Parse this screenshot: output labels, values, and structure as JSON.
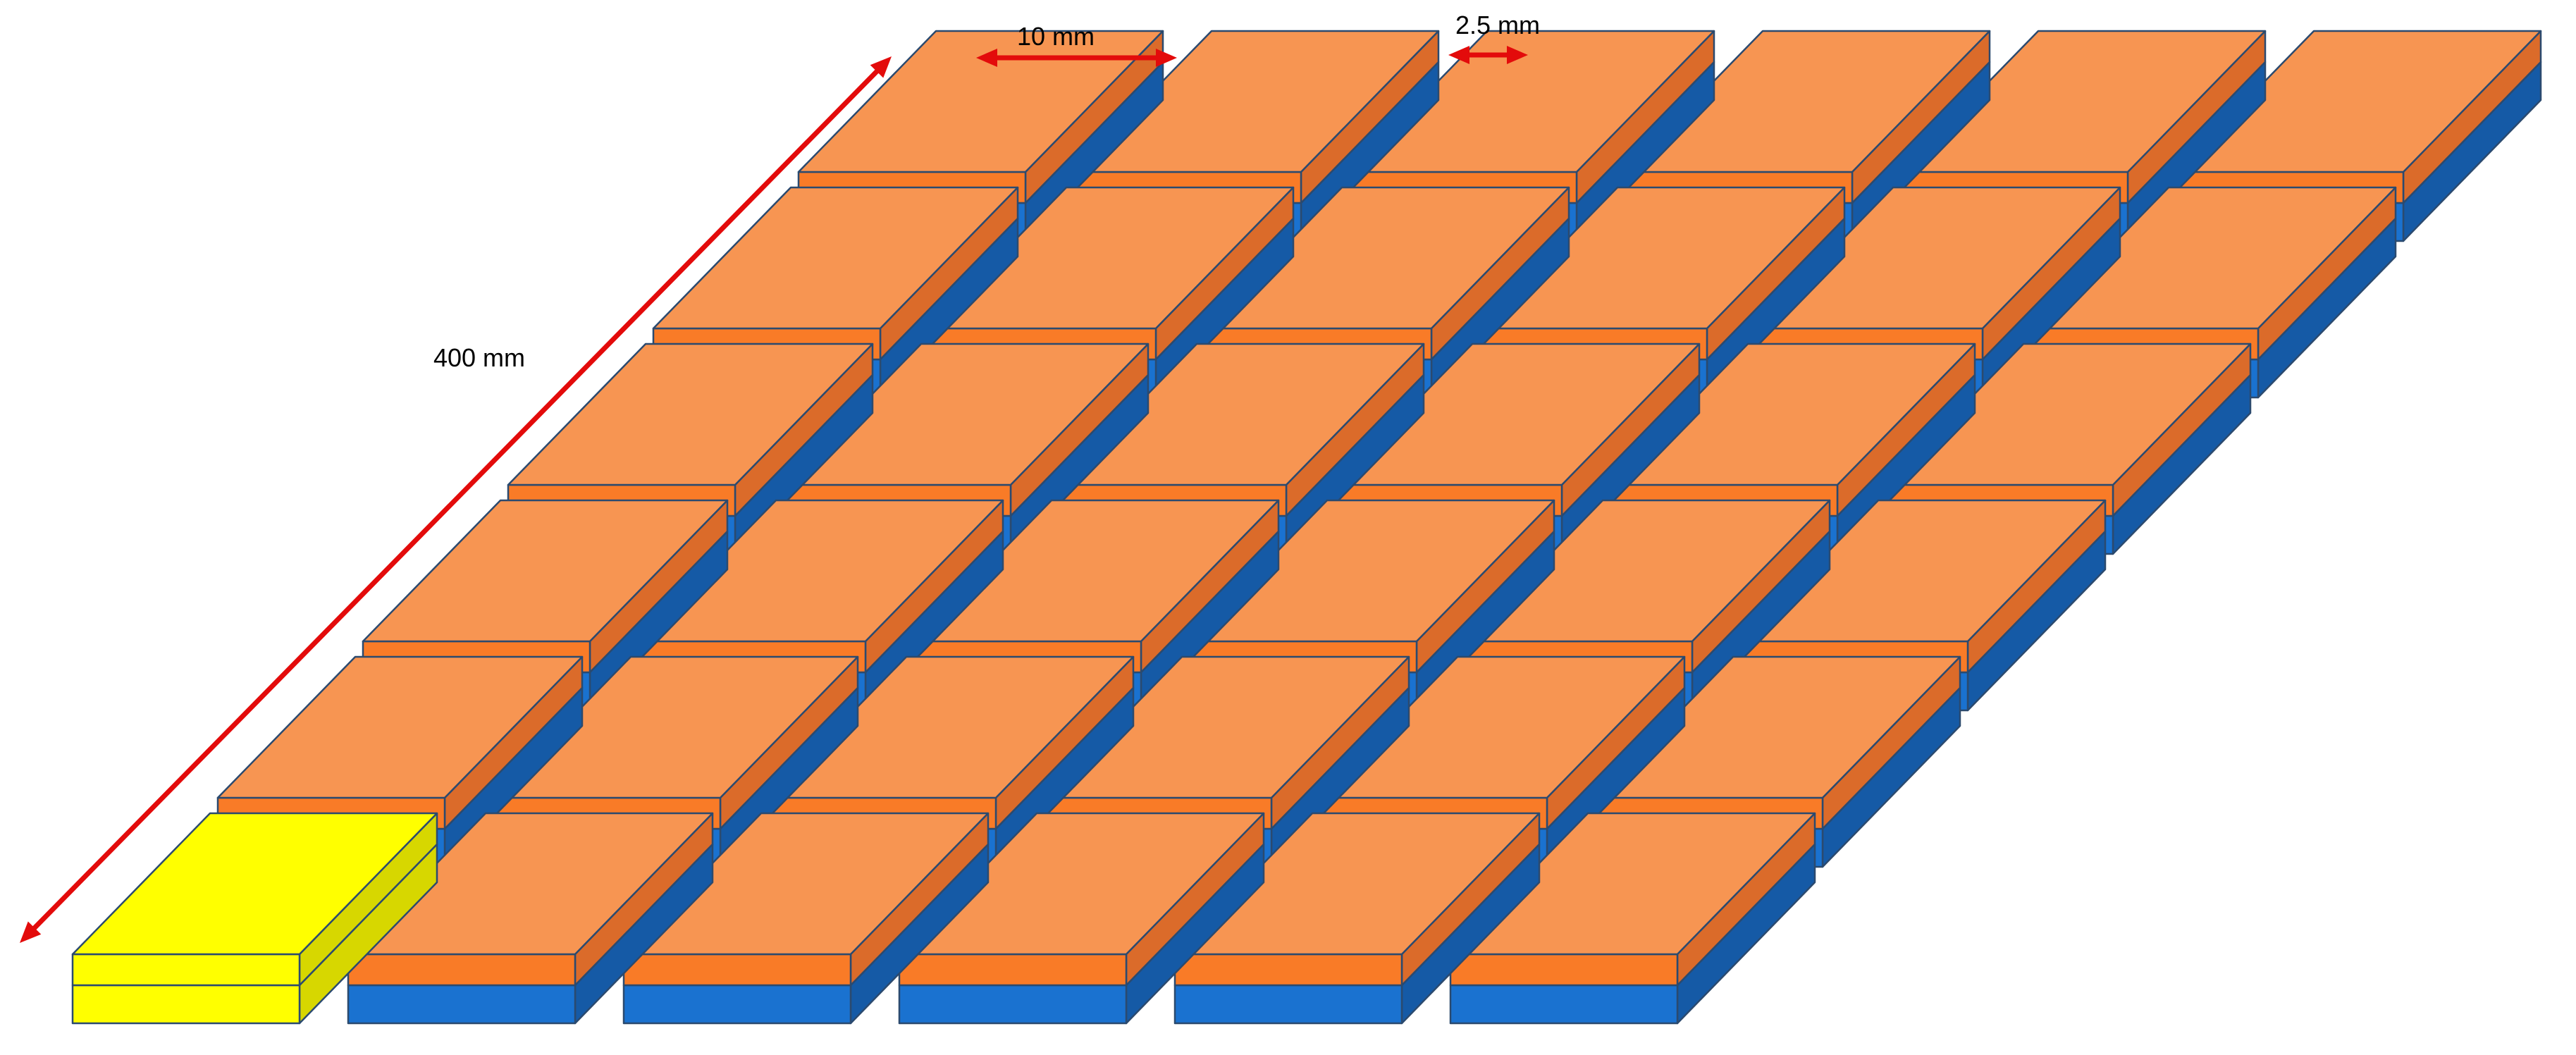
{
  "labels": {
    "pad_size": "10 mm",
    "gap_size": "2.5 mm",
    "array_length": "400 mm"
  },
  "grid": {
    "rows": 6,
    "columns": 6,
    "special_tile": {
      "row": 6,
      "column": 1,
      "description": "yellow tile"
    }
  },
  "colors": {
    "orange_top": "#F79552",
    "orange_front": "#F97B27",
    "orange_side": "#DB6B2A",
    "blue_front": "#1A72D0",
    "blue_side": "#155AA6",
    "yellow_top": "#FFFF00",
    "yellow_front": "#FFFF00",
    "yellow_side": "#D7D700",
    "outline": "#2B4A6F",
    "arrow": "#E30B0B"
  }
}
